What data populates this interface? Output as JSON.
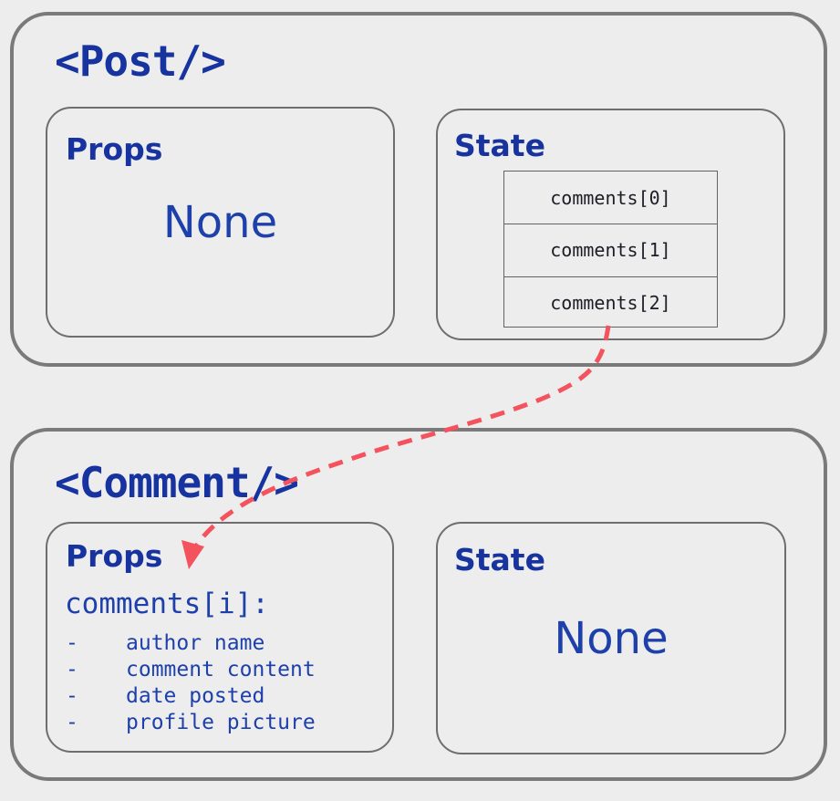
{
  "colors": {
    "background": "#ededed",
    "outer_border": "#7a7a7a",
    "inner_border": "#6e6e6e",
    "table_border": "#636363",
    "title_blue": "#17339f",
    "code_blue": "#1e40ab",
    "table_text": "#1d1d26",
    "arrow_red": "#f4535e"
  },
  "post": {
    "title": "<Post/>",
    "props": {
      "label": "Props",
      "value": "None"
    },
    "state": {
      "label": "State",
      "rows": [
        "comments[0]",
        "comments[1]",
        "comments[2]"
      ]
    }
  },
  "comment": {
    "title": "<Comment/>",
    "props": {
      "label": "Props",
      "code": "comments[i]:",
      "bullet": "-",
      "items": [
        "author name",
        "comment content",
        "date posted",
        "profile picture"
      ]
    },
    "state": {
      "label": "State",
      "value": "None"
    }
  }
}
